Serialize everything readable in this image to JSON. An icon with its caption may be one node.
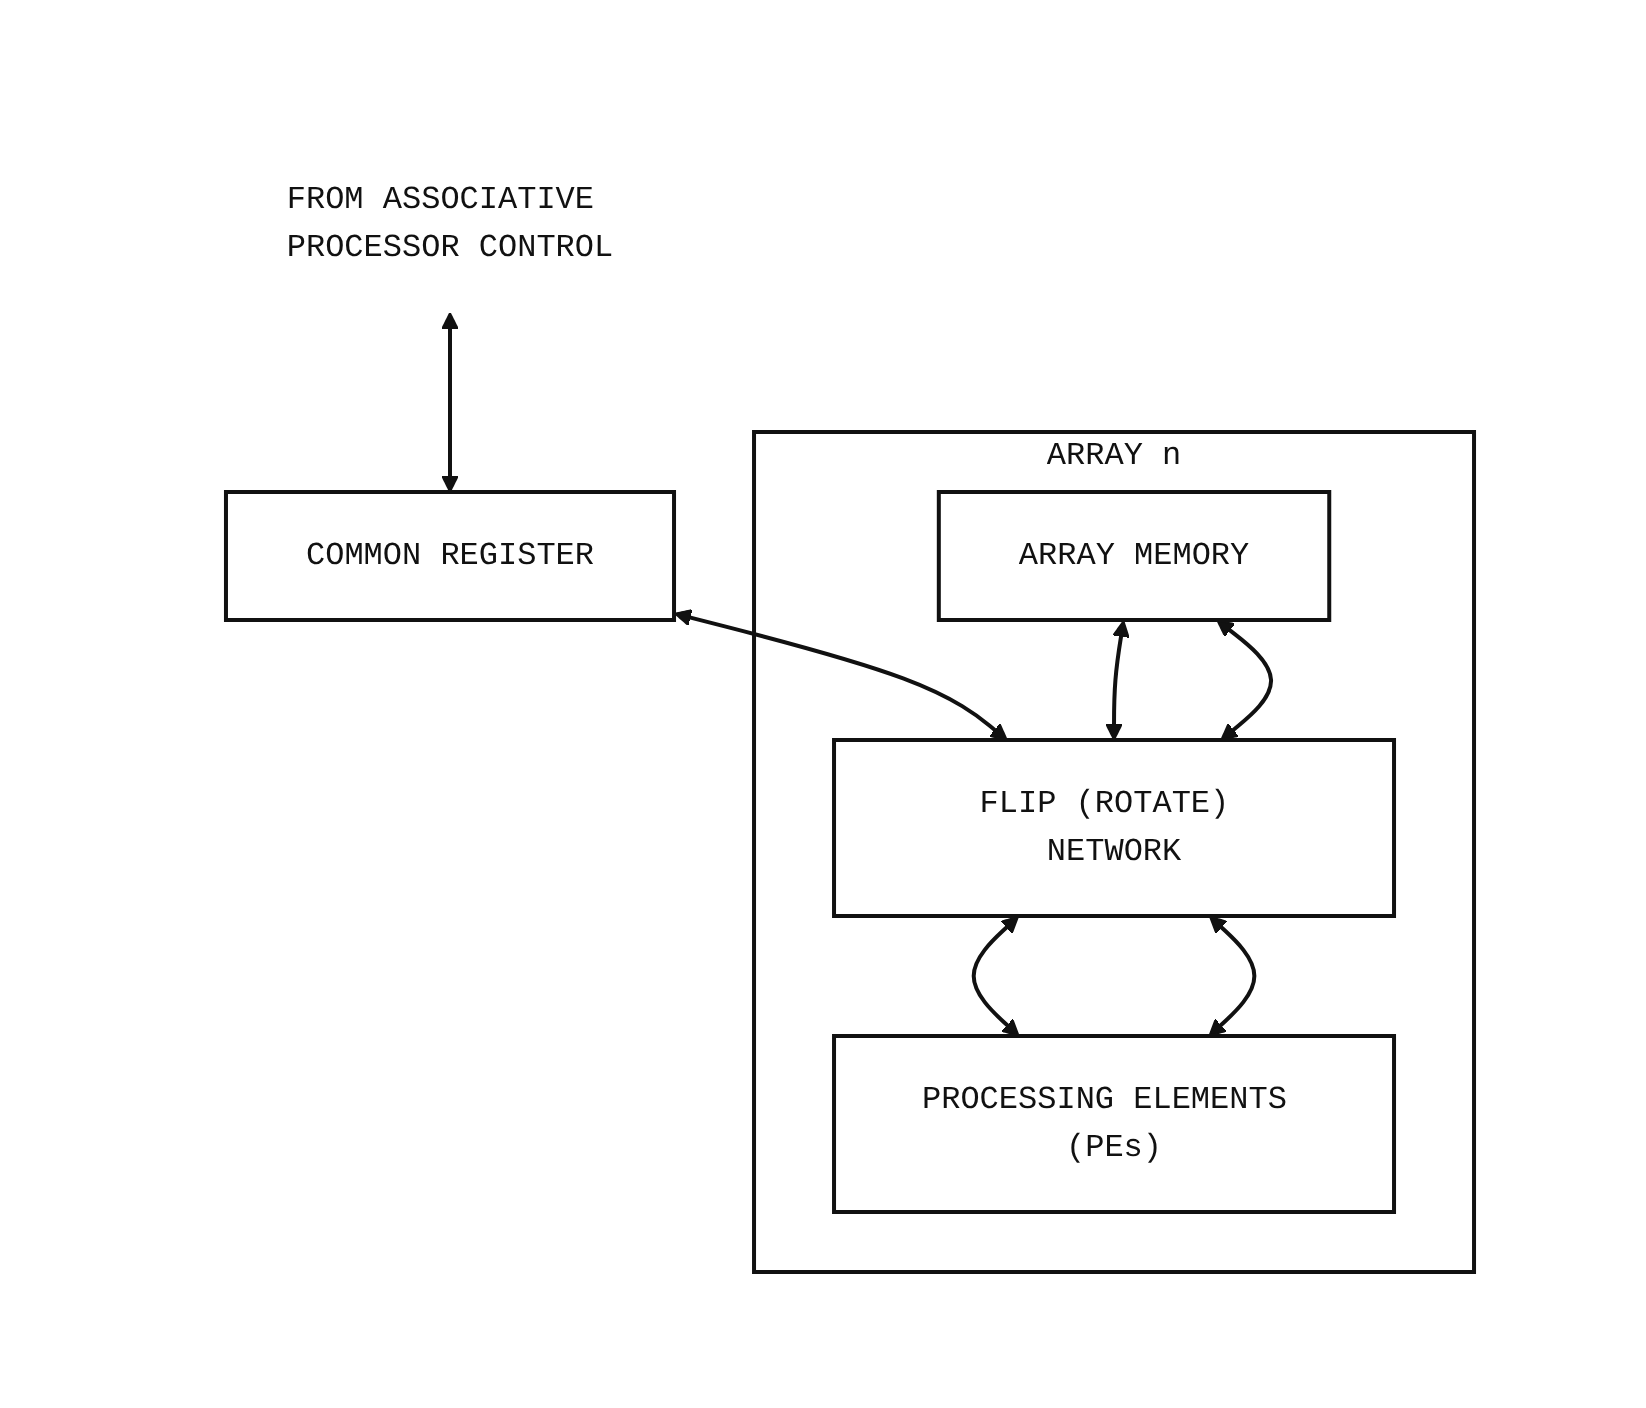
{
  "diagram": {
    "nodes": [
      {
        "text": [
          "FROM ASSOCIATIVE PROCESSOR CONTROL"
        ]
      },
      {
        "text": [
          "COMMON REGISTER"
        ]
      },
      {
        "text": [
          "ARRAY n"
        ]
      },
      {
        "text": [
          "ARRAY MEMORY"
        ],
        "in": 2
      },
      {
        "text": [
          "FLIP (ROTATE) NETWORK"
        ],
        "in": 2
      },
      {
        "text": [
          "PROCESSING ELEMENTS (PEs)"
        ],
        "in": 2
      }
    ],
    "edges": [
      {
        "from": 0,
        "to": 1,
        "arrow": "both"
      },
      {
        "from": 1,
        "to": 4,
        "arrow": "both"
      },
      {
        "from": 3,
        "to": 4,
        "arrow": "both"
      },
      {
        "from": 3,
        "to": 4,
        "arrow": "both"
      },
      {
        "from": 4,
        "to": 5,
        "arrow": "both"
      },
      {
        "from": 4,
        "to": 5,
        "arrow": "both"
      }
    ]
  }
}
